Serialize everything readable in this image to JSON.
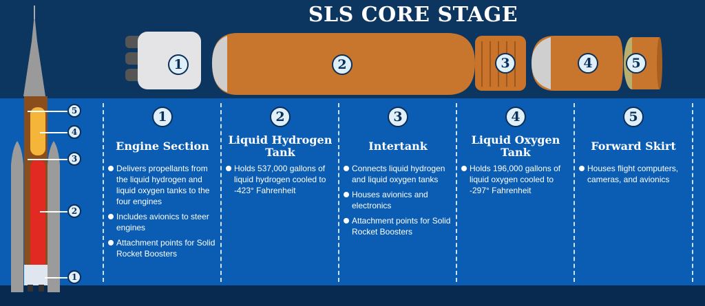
{
  "title": "SLS CORE STAGE",
  "components": [
    "1",
    "2",
    "3",
    "4",
    "5"
  ],
  "rocket_labels": [
    "5",
    "4",
    "3",
    "2",
    "1"
  ],
  "sections": [
    {
      "number": "1",
      "title": "Engine Section",
      "bullets": [
        "Delivers propellants from the liquid hydrogen and liquid oxygen tanks to the four engines",
        "Includes avionics to steer engines",
        "Attachment points for Solid Rocket Boosters"
      ]
    },
    {
      "number": "2",
      "title": "Liquid Hydrogen Tank",
      "bullets": [
        "Holds 537,000 gallons of liquid hydrogen cooled to -423° Fahrenheit"
      ]
    },
    {
      "number": "3",
      "title": "Intertank",
      "bullets": [
        "Connects liquid hydrogen and liquid oxygen tanks",
        "Houses avionics and electronics",
        "Attachment points for Solid Rocket Boosters"
      ]
    },
    {
      "number": "4",
      "title": "Liquid Oxygen Tank",
      "bullets": [
        "Holds 196,000 gallons of liquid oxygen cooled to -297° Fahrenheit"
      ]
    },
    {
      "number": "5",
      "title": "Forward Skirt",
      "bullets": [
        "Houses flight computers, cameras, and avionics"
      ]
    }
  ],
  "colors": {
    "top_band": "#0c3560",
    "main_band": "#0b5db3",
    "tank_orange": "#c8762e"
  }
}
